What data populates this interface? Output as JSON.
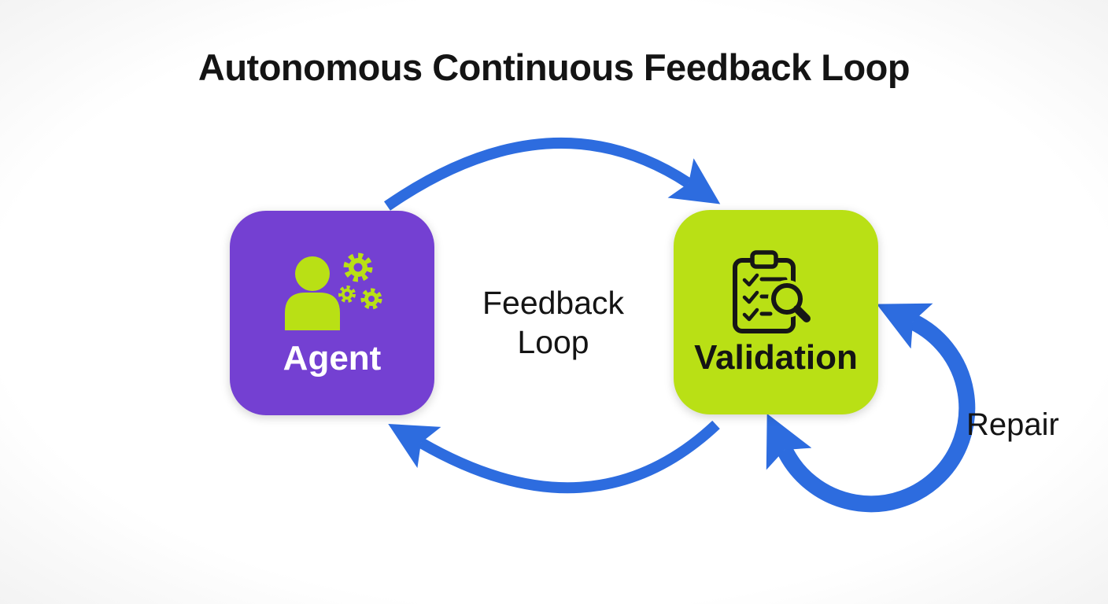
{
  "title": "Autonomous Continuous Feedback Loop",
  "diagram": {
    "nodes": [
      {
        "id": "agent",
        "label": "Agent",
        "icon": "person-with-gears-icon"
      },
      {
        "id": "validation",
        "label": "Validation",
        "icon": "clipboard-checklist-magnifier-icon"
      }
    ],
    "edges": [
      {
        "from": "agent",
        "to": "validation",
        "style": "curved-arrow-top"
      },
      {
        "from": "validation",
        "to": "agent",
        "style": "curved-arrow-bottom"
      },
      {
        "from": "validation",
        "to": "validation",
        "style": "self-loop-right",
        "label": "Repair"
      }
    ],
    "center_label_line1": "Feedback",
    "center_label_line2": "Loop",
    "repair_label": "Repair"
  },
  "colors": {
    "background": "#ffffff",
    "title_text": "#141414",
    "text_dark": "#141414",
    "arrow_blue": "#2d6cdf",
    "agent_box": "#7440d2",
    "agent_label": "#ffffff",
    "icon_lime": "#b9e015",
    "validation_box": "#b9e015",
    "validation_label": "#141414",
    "icon_black": "#161616"
  }
}
